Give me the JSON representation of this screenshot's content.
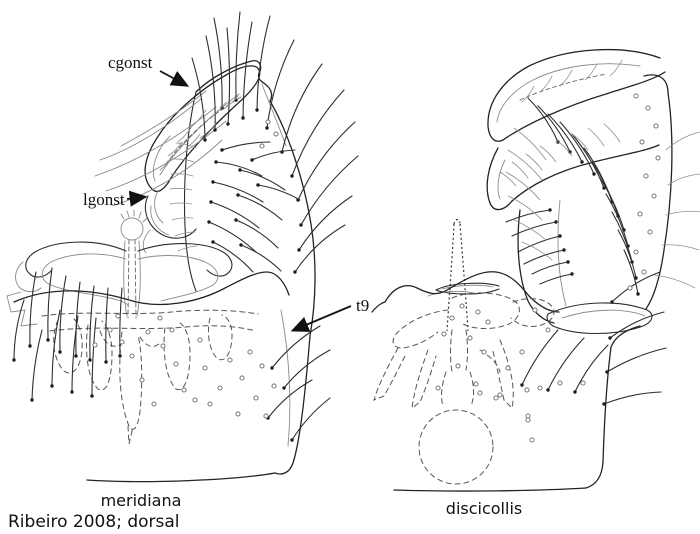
{
  "figure": {
    "caption": "Ribeiro 2008; dorsal",
    "panels": [
      {
        "id": "left",
        "species_label": "meridiana"
      },
      {
        "id": "right",
        "species_label": "discicollis"
      }
    ],
    "annotations": [
      {
        "abbr": "cgonst"
      },
      {
        "abbr": "lgonst"
      },
      {
        "abbr": "t9"
      }
    ],
    "colors": {
      "background": "#ffffff",
      "ink": "#1c1c1c"
    }
  }
}
